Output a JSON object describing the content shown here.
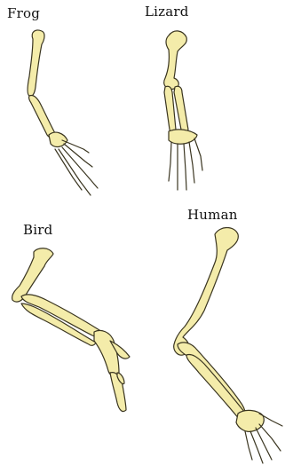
{
  "labels": {
    "frog": "Frog",
    "lizard": "Lizard",
    "bird": "Bird",
    "human": "Human"
  },
  "colors": {
    "bone_fill": "#f4ecaa",
    "bone_stroke": "#3a3520"
  }
}
